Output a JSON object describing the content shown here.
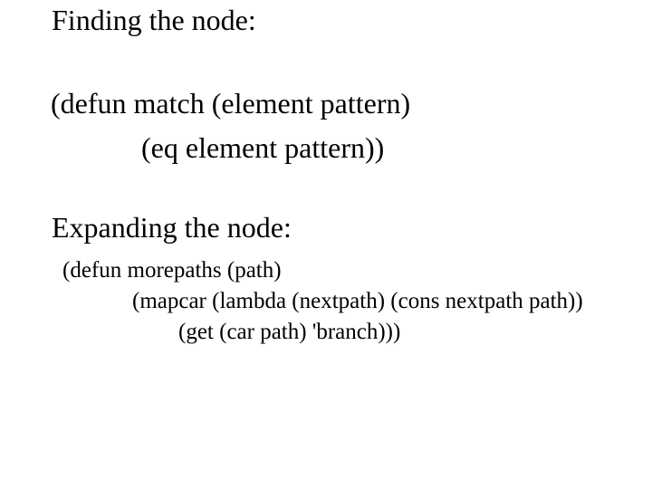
{
  "slide": {
    "colors": {
      "background": "#ffffff",
      "text": "#000000"
    },
    "sections": [
      {
        "heading": "Finding the node:",
        "code_lines": [
          "(defun match (element pattern)",
          "(eq element pattern))"
        ]
      },
      {
        "heading": "Expanding the node:",
        "code_lines": [
          "(defun morepaths (path)",
          "(mapcar (lambda (nextpath) (cons nextpath path))",
          "(get (car path) 'branch)))"
        ]
      }
    ]
  }
}
